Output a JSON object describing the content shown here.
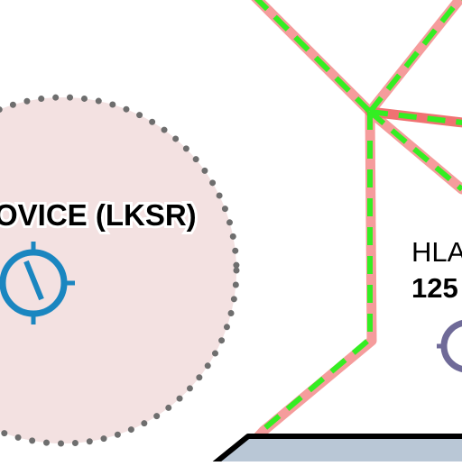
{
  "map": {
    "airfield": {
      "name": "OVICE (LKSR)",
      "zone_fill": "#f3e1e1",
      "zone_border": "#6e6e6e",
      "symbol_color": "#1a86c0"
    },
    "partial_label": {
      "line1": "HLA",
      "line2": "125",
      "symbol_color": "#6f6a98"
    },
    "routes": {
      "band_color": "#f59c9c",
      "dash_color": "#33ee22",
      "band_color_strong": "#f07272"
    },
    "area": {
      "fill": "#b9c7d6",
      "border": "#000000"
    }
  }
}
